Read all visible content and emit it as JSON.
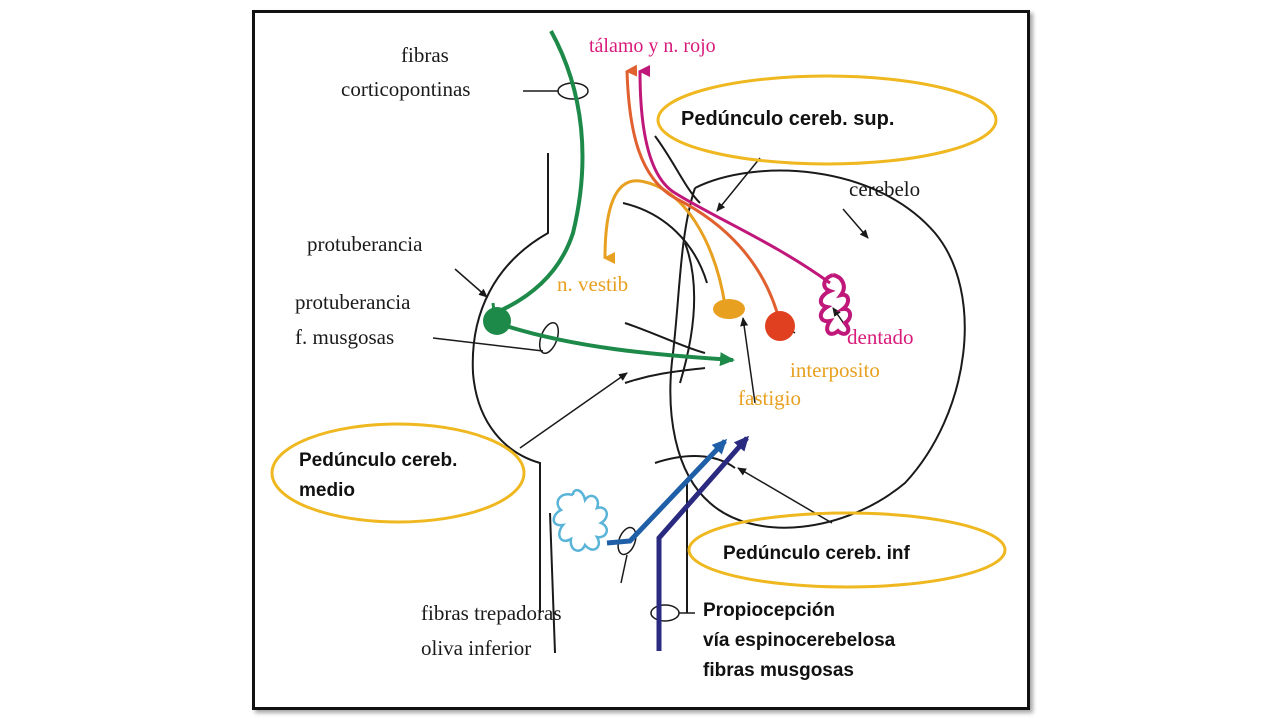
{
  "colors": {
    "outline": "#1a1a1a",
    "green": "#1e8a4a",
    "orange": "#e8a020",
    "red": "#e04020",
    "magenta": "#c0187a",
    "blue": "#1f5fa8",
    "navy": "#2a2a80",
    "cyan": "#5ab4d8",
    "highlight": "#f0b820"
  },
  "labels": {
    "fibras": "fibras",
    "corticopontinas": "corticopontinas",
    "talamo": "tálamo y n. rojo",
    "ped_sup": "Pedúnculo cereb. sup.",
    "cerebelo": "cerebelo",
    "protuberancia1": "protuberancia",
    "n_vestib": "n. vestib",
    "protuberancia2": "protuberancia",
    "f_musgosas": "f. musgosas",
    "dentado": "dentado",
    "interposito": "interposito",
    "fastigio": "fastigio",
    "ped_medio_1": "Pedúnculo cereb.",
    "ped_medio_2": "medio",
    "ped_inf": "Pedúnculo cereb. inf",
    "fibras_trepadoras": "fibras trepadoras",
    "oliva_inferior": "oliva inferior",
    "propiocepcion": "Propiocepción",
    "via_espino": "vía espinocerebelosa",
    "fibras_musgosas": "fibras musgosas"
  }
}
